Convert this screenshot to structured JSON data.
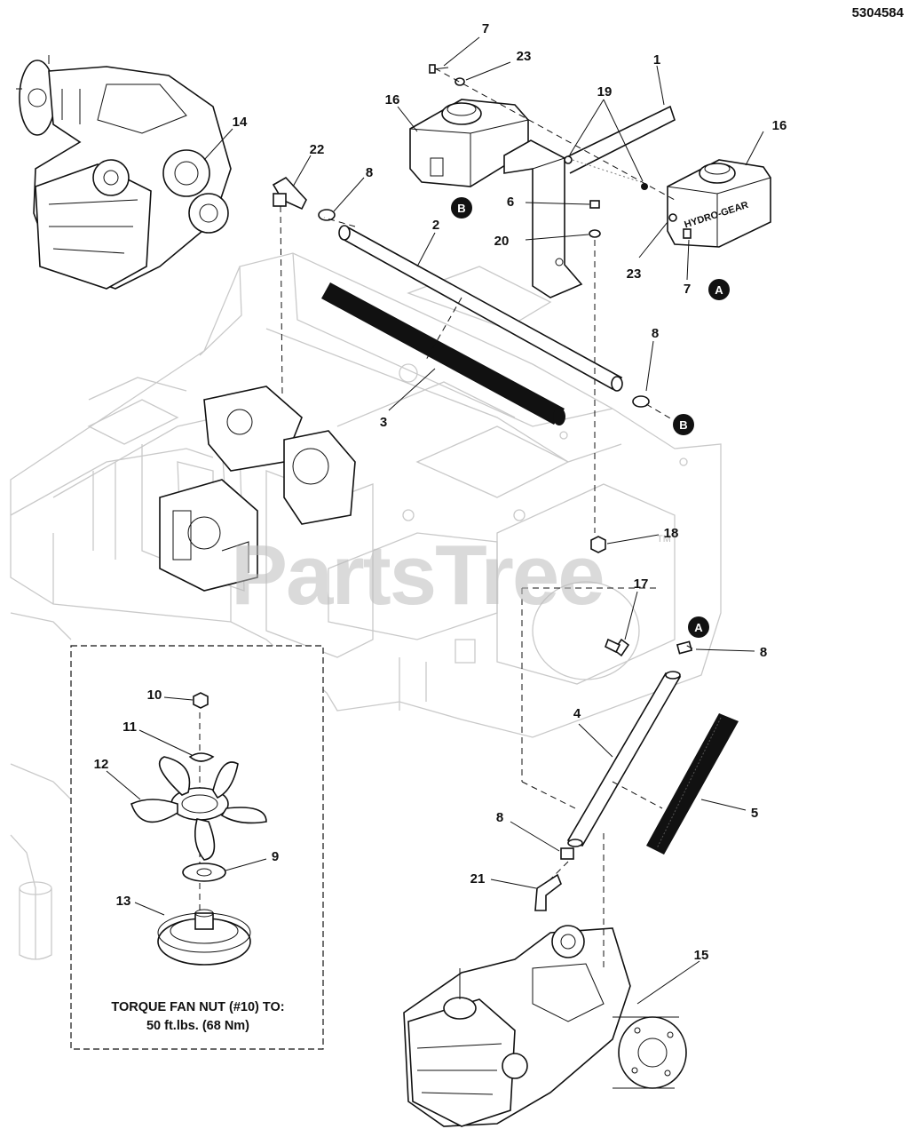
{
  "document_number": "5304584",
  "watermark": "PartsTree",
  "watermark_tm": "TM",
  "torque_note": {
    "line1": "TORQUE FAN NUT (#10) TO:",
    "line2": "50 ft.lbs. (68 Nm)"
  },
  "callouts": {
    "c7a": "7",
    "c23a": "23",
    "c1": "1",
    "c16a": "16",
    "c19": "19",
    "c14": "14",
    "c22": "22",
    "c8a": "8",
    "c2": "2",
    "c6": "6",
    "c20": "20",
    "c16b": "16",
    "c23b": "23",
    "c7b": "7",
    "c8b": "8",
    "c3": "3",
    "c18": "18",
    "c17": "17",
    "c8c": "8",
    "c4": "4",
    "c5": "5",
    "c10": "10",
    "c11": "11",
    "c12": "12",
    "c9": "9",
    "c13": "13",
    "c8d": "8",
    "c21": "21",
    "c15": "15"
  },
  "reference_markers": {
    "b1": "B",
    "a1": "A",
    "b2": "B",
    "a2": "A"
  },
  "reservoir_label": "HYDRO-GEAR"
}
